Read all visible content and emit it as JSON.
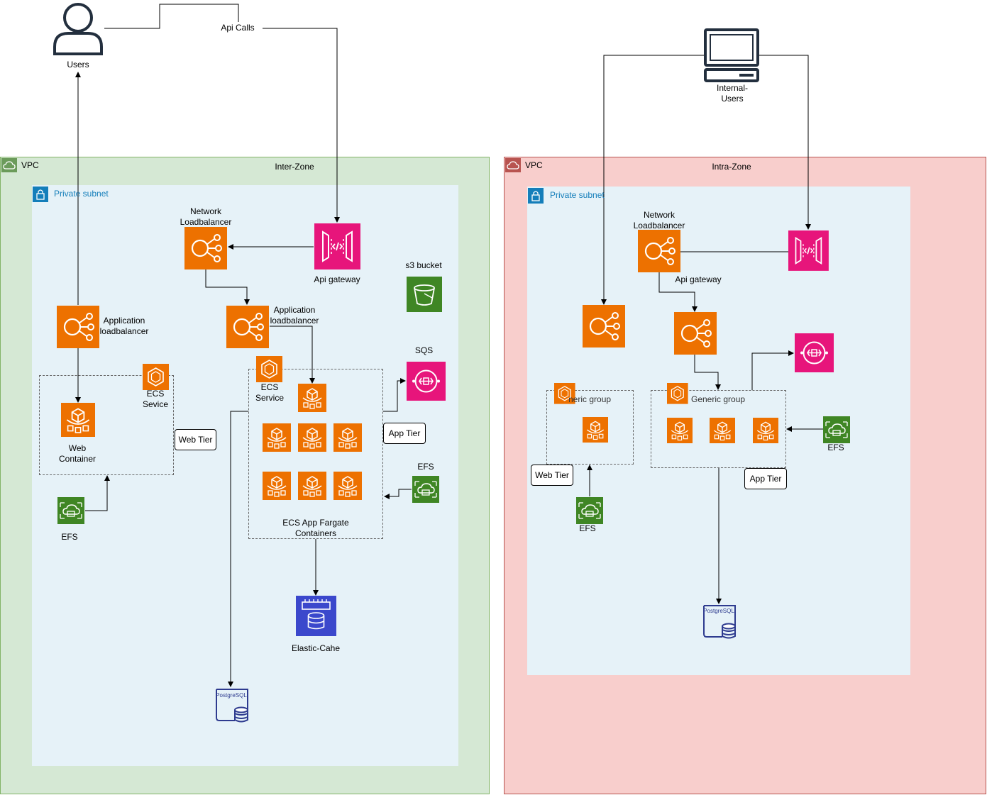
{
  "users": {
    "label": "Users",
    "api_calls": "Api Calls"
  },
  "internal_users": {
    "label": "Internal-\nUsers"
  },
  "left_vpc": {
    "vpc_label": "VPC",
    "zone_label": "Inter-Zone",
    "subnet_label": "Private subnet",
    "network_lb": "Network\nLoadbalancer",
    "api_gateway": "Api gateway",
    "s3_bucket": "s3 bucket",
    "app_lb_left": "Application\nloadbalancer",
    "app_lb_mid": "Application\nloadbalancer",
    "ecs_service_left": "ECS\nSevice",
    "ecs_service_mid": "ECS\nService",
    "web_container": "Web\nContainer",
    "web_tier": "Web Tier",
    "app_tier": "App Tier",
    "sqs": "SQS",
    "efs_left": "EFS",
    "efs_right": "EFS",
    "fargate": "ECS App Fargate\nContainers",
    "elasticache": "Elastic-Cahe",
    "postgres_tag": "PostgreSQL"
  },
  "right_vpc": {
    "vpc_label": "VPC",
    "zone_label": "Intra-Zone",
    "subnet_label": "Private subnet",
    "network_lb": "Network\nLoadbalancer",
    "api_gateway": "Api gateway",
    "generic_group_left": "Generic group",
    "generic_group_right": "Generic group",
    "web_tier": "Web Tier",
    "app_tier": "App Tier",
    "efs_left": "EFS",
    "efs_right": "EFS",
    "postgres_tag": "PostgreSQL"
  },
  "colors": {
    "compute_orange": "#ed7100",
    "api_pink": "#e7157b",
    "storage_green": "#3f8624",
    "db_blue": "#3b48cc",
    "vpc_green": "#d5e8d4",
    "vpc_red": "#f8cecc",
    "subnet_blue": "#e6f2f8"
  }
}
